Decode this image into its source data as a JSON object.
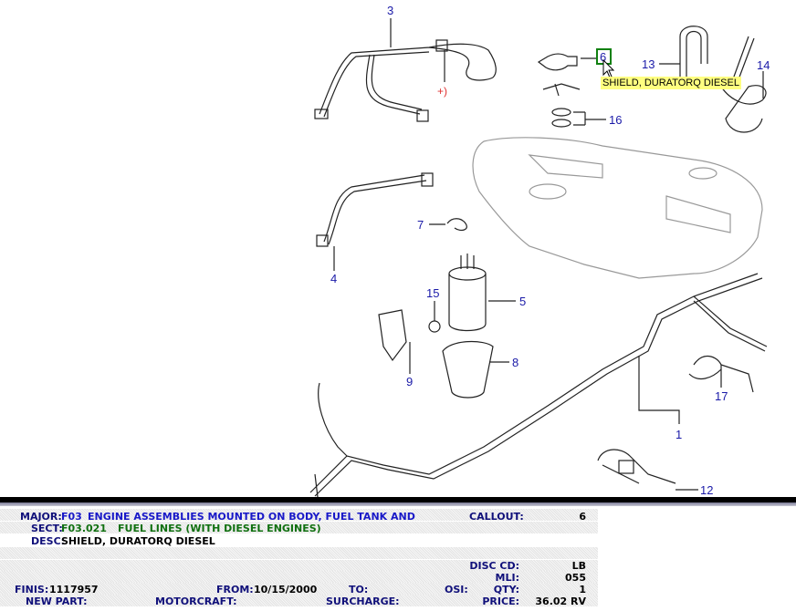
{
  "diagram": {
    "callouts": [
      "3",
      "6",
      "13",
      "14",
      "16",
      "7",
      "4",
      "15",
      "5",
      "8",
      "9",
      "17",
      "1",
      "12"
    ],
    "marker": "+)",
    "selected_callout": "6",
    "tooltip": "SHIELD, DURATORQ DIESEL"
  },
  "info": {
    "major_label": "MAJOR:",
    "major_code": "F03",
    "major_text": "ENGINE ASSEMBLIES MOUNTED ON BODY, FUEL TANK AND",
    "sect_label": "SECT:",
    "sect_code": "F03.021",
    "sect_text": "FUEL LINES (WITH DIESEL ENGINES)",
    "desc_label": "DESC:",
    "desc_text": "SHIELD, DURATORQ DIESEL",
    "callout_label": "CALLOUT:",
    "callout_value": "6",
    "disc_label": "DISC CD:",
    "disc_value": "LB",
    "mli_label": "MLI:",
    "mli_value": "055",
    "finis_label": "FINIS:",
    "finis_value": "1117957",
    "from_label": "FROM:",
    "from_value": "10/15/2000",
    "to_label": "TO:",
    "osi_label": "OSI:",
    "qty_label": "QTY:",
    "qty_value": "1",
    "newpart_label": "NEW PART:",
    "motorcraft_label": "MOTORCRAFT:",
    "surcharge_label": "SURCHARGE:",
    "price_label": "PRICE:",
    "price_value": "36.02 RV"
  }
}
